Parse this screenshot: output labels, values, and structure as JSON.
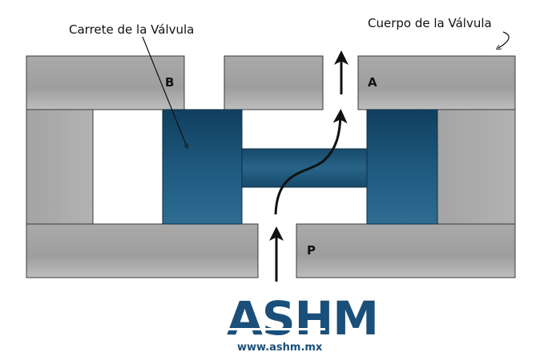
{
  "labels": {
    "spool": "Carrete de la Válvula",
    "body": "Cuerpo de la Válvula",
    "port_b": "B",
    "port_a": "A",
    "port_p": "P"
  },
  "logo": {
    "text": "ASHM",
    "url": "www.ashm.mx"
  },
  "colors": {
    "body_gray": "#a8a8a8",
    "spool_blue": "#1c5578",
    "logo_blue": "#1a4f7a",
    "arrow": "#111111"
  },
  "icons": {
    "flow_arrow": "flow-arrow-icon",
    "pointer_arrow": "pointer-arrow-icon"
  }
}
